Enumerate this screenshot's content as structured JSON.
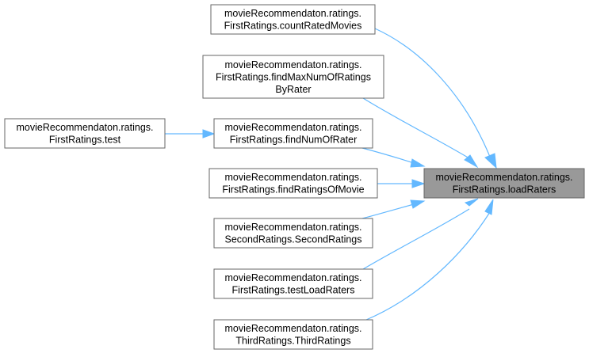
{
  "graph": {
    "nodes": [
      {
        "id": "countRatedMovies",
        "lines": [
          "movieRecommendaton.ratings.",
          "FirstRatings.countRatedMovies"
        ],
        "focus": false
      },
      {
        "id": "findMaxNumOfRatingsByRater",
        "lines": [
          "movieRecommendaton.ratings.",
          "FirstRatings.findMaxNumOfRatings",
          "ByRater"
        ],
        "focus": false
      },
      {
        "id": "test",
        "lines": [
          "movieRecommendaton.ratings.",
          "FirstRatings.test"
        ],
        "focus": false
      },
      {
        "id": "findNumOfRater",
        "lines": [
          "movieRecommendaton.ratings.",
          "FirstRatings.findNumOfRater"
        ],
        "focus": false
      },
      {
        "id": "findRatingsOfMovie",
        "lines": [
          "movieRecommendaton.ratings.",
          "FirstRatings.findRatingsOfMovie"
        ],
        "focus": false
      },
      {
        "id": "secondRatings",
        "lines": [
          "movieRecommendaton.ratings.",
          "SecondRatings.SecondRatings"
        ],
        "focus": false
      },
      {
        "id": "testLoadRaters",
        "lines": [
          "movieRecommendaton.ratings.",
          "FirstRatings.testLoadRaters"
        ],
        "focus": false
      },
      {
        "id": "thirdRatings",
        "lines": [
          "movieRecommendaton.ratings.",
          "ThirdRatings.ThirdRatings"
        ],
        "focus": false
      },
      {
        "id": "loadRaters",
        "lines": [
          "movieRecommendaton.ratings.",
          "FirstRatings.loadRaters"
        ],
        "focus": true
      }
    ],
    "edges": [
      {
        "from": "countRatedMovies",
        "to": "loadRaters"
      },
      {
        "from": "findMaxNumOfRatingsByRater",
        "to": "loadRaters"
      },
      {
        "from": "test",
        "to": "findNumOfRater"
      },
      {
        "from": "findNumOfRater",
        "to": "loadRaters"
      },
      {
        "from": "findRatingsOfMovie",
        "to": "loadRaters"
      },
      {
        "from": "secondRatings",
        "to": "loadRaters"
      },
      {
        "from": "testLoadRaters",
        "to": "loadRaters"
      },
      {
        "from": "thirdRatings",
        "to": "loadRaters"
      }
    ],
    "colors": {
      "edge": "#63b8ff",
      "focus_fill": "#999999",
      "border": "#666666"
    }
  }
}
